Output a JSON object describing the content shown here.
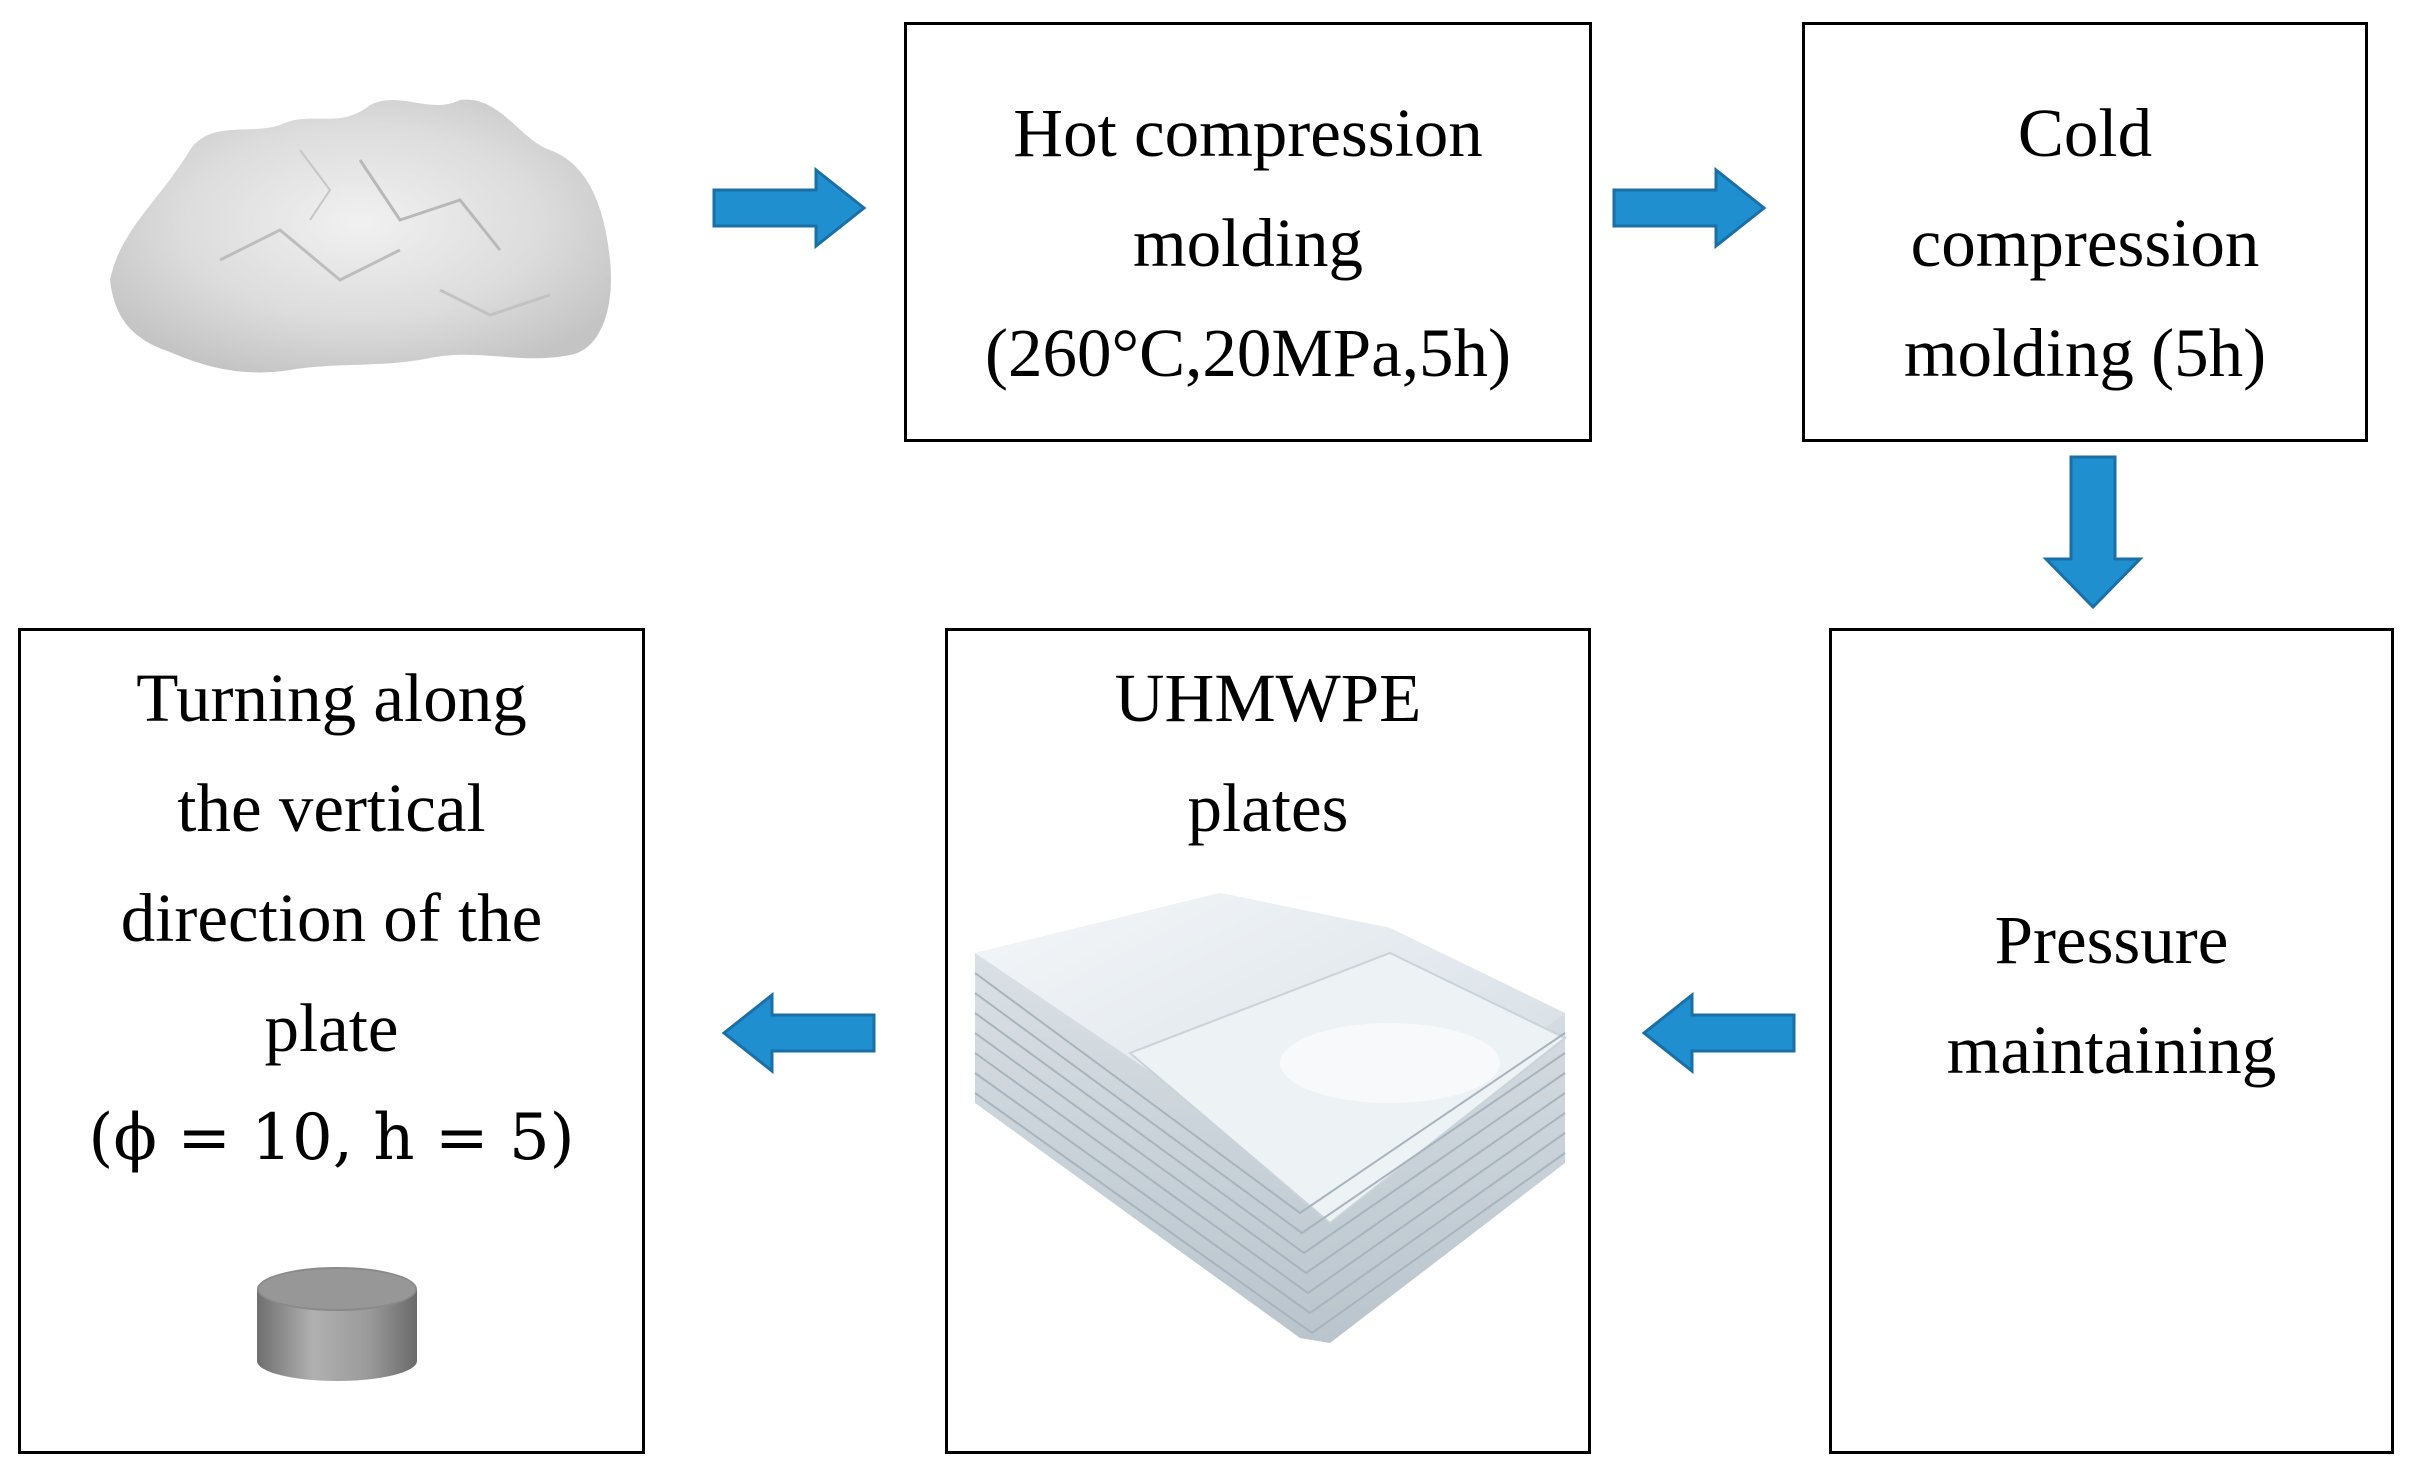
{
  "colors": {
    "arrow_fill": "#1f8fd0",
    "arrow_stroke": "#1a6fa6",
    "box_border": "#000000",
    "text": "#000000"
  },
  "steps": [
    {
      "id": "powder",
      "image": "uhmwpe-powder-photo"
    },
    {
      "id": "hot-compression",
      "lines": [
        "Hot compression",
        "molding",
        "(260°C,20MPa,5h)"
      ]
    },
    {
      "id": "cold-compression",
      "lines": [
        "Cold",
        "compression",
        "molding (5h)"
      ]
    },
    {
      "id": "pressure-maintaining",
      "lines": [
        "Pressure",
        "maintaining"
      ]
    },
    {
      "id": "uhmwpe-plates",
      "lines": [
        "UHMWPE",
        "plates"
      ],
      "image": "stacked-plates-photo"
    },
    {
      "id": "turning",
      "lines": [
        "Turning along",
        "the vertical",
        "direction of the",
        "plate",
        "(ϕ = 10, h = 5)"
      ],
      "image": "cylinder-sample-photo"
    }
  ],
  "arrows": [
    "right",
    "right",
    "down",
    "left",
    "left"
  ]
}
